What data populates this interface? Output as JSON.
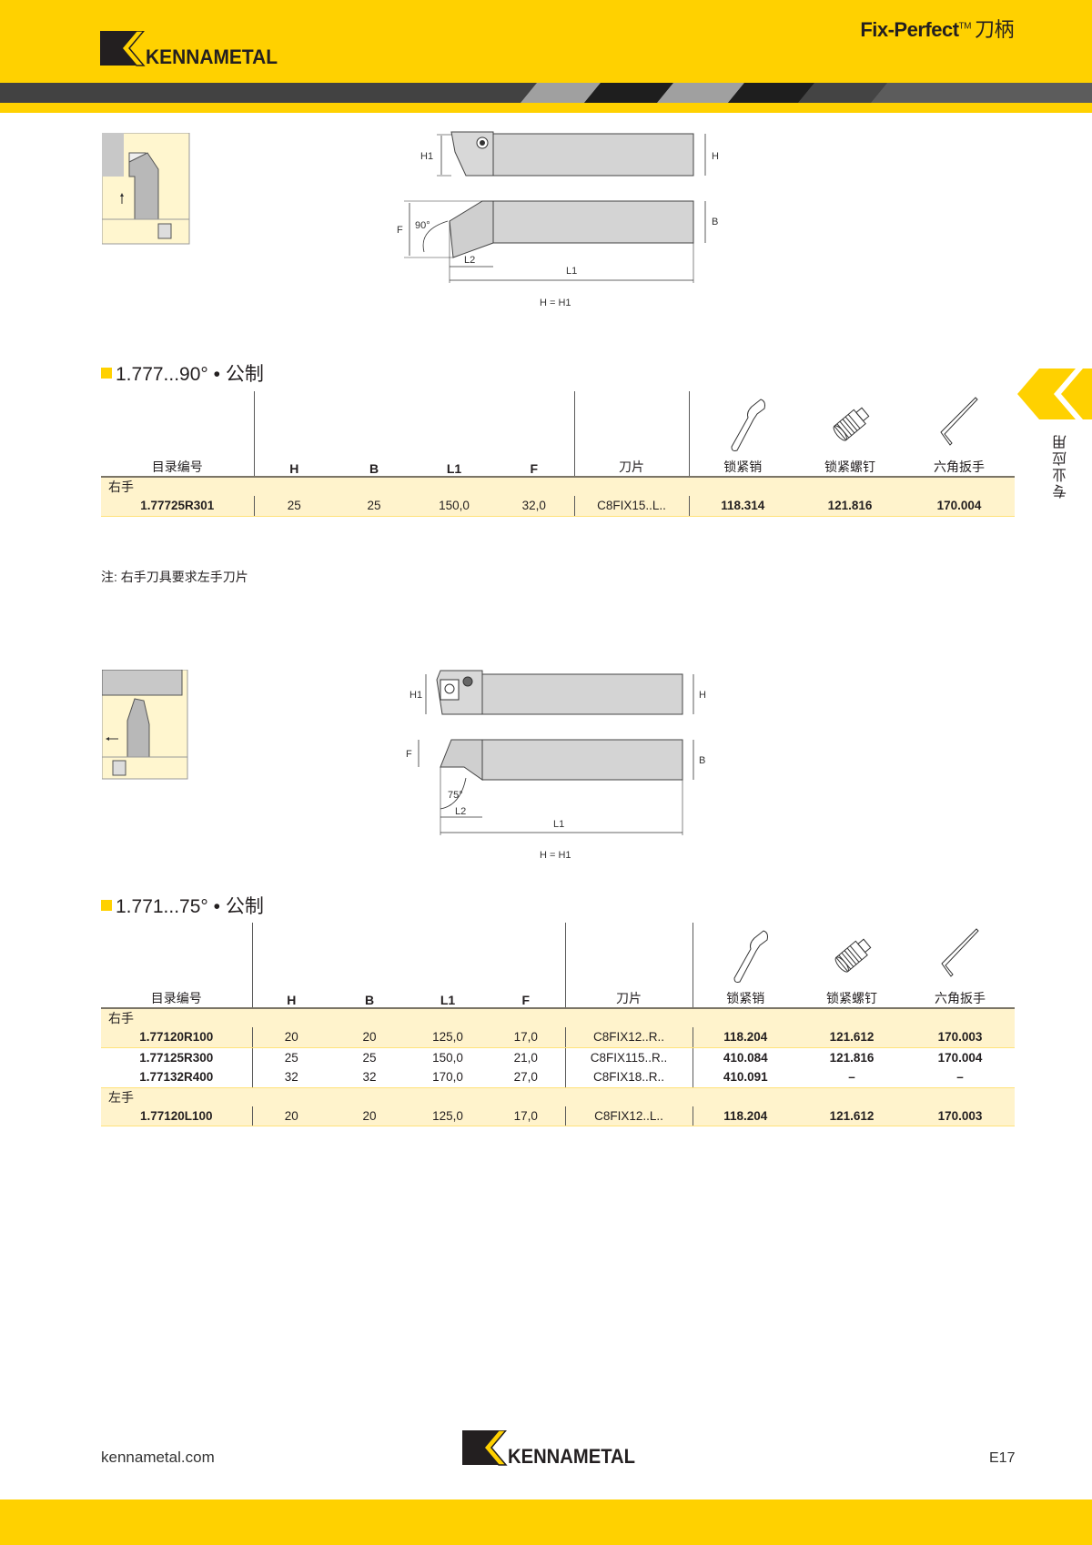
{
  "header": {
    "brand": "KENNAMETAL",
    "product_title": "Fix-Perfect",
    "trademark": "TM",
    "product_title_cn": "刀柄",
    "accent_color": "#ffd100"
  },
  "side_tab": {
    "label": "专业应用"
  },
  "section1": {
    "title": "1.777...90° • 公制",
    "drawing": {
      "labels": {
        "h1": "H1",
        "h": "H",
        "f": "F",
        "angle": "90°",
        "b": "B",
        "l2": "L2",
        "l1": "L1",
        "formula": "H = H1"
      }
    },
    "table": {
      "headers": [
        "目录编号",
        "H",
        "B",
        "L1",
        "F",
        "刀片",
        "锁紧销",
        "锁紧螺钉",
        "六角扳手"
      ],
      "accessory_icons": [
        "lock-pin-icon",
        "lock-screw-icon",
        "hex-key-icon"
      ],
      "groups": [
        {
          "label": "右手",
          "rows": [
            {
              "catalog": "1.77725R301",
              "h": "25",
              "b": "25",
              "l1": "150,0",
              "f": "32,0",
              "insert": "C8FIX15..L..",
              "pin": "118.314",
              "screw": "121.816",
              "key": "170.004"
            }
          ]
        }
      ]
    },
    "note": "注:  右手刀具要求左手刀片"
  },
  "section2": {
    "title": "1.771...75° • 公制",
    "drawing": {
      "labels": {
        "h1": "H1",
        "h": "H",
        "f": "F",
        "angle": "75°",
        "b": "B",
        "l2": "L2",
        "l1": "L1",
        "formula": "H = H1"
      }
    },
    "table": {
      "headers": [
        "目录编号",
        "H",
        "B",
        "L1",
        "F",
        "刀片",
        "锁紧销",
        "锁紧螺钉",
        "六角扳手"
      ],
      "accessory_icons": [
        "lock-pin-icon",
        "lock-screw-icon",
        "hex-key-icon"
      ],
      "groups": [
        {
          "label": "右手",
          "rows": [
            {
              "catalog": "1.77120R100",
              "h": "20",
              "b": "20",
              "l1": "125,0",
              "f": "17,0",
              "insert": "C8FIX12..R..",
              "pin": "118.204",
              "screw": "121.612",
              "key": "170.003"
            },
            {
              "catalog": "1.77125R300",
              "h": "25",
              "b": "25",
              "l1": "150,0",
              "f": "21,0",
              "insert": "C8FIX115..R..",
              "pin": "410.084",
              "screw": "121.816",
              "key": "170.004"
            },
            {
              "catalog": "1.77132R400",
              "h": "32",
              "b": "32",
              "l1": "170,0",
              "f": "27,0",
              "insert": "C8FIX18..R..",
              "pin": "410.091",
              "screw": "–",
              "key": "–"
            }
          ]
        },
        {
          "label": "左手",
          "rows": [
            {
              "catalog": "1.77120L100",
              "h": "20",
              "b": "20",
              "l1": "125,0",
              "f": "17,0",
              "insert": "C8FIX12..L..",
              "pin": "118.204",
              "screw": "121.612",
              "key": "170.003"
            }
          ]
        }
      ]
    }
  },
  "footer": {
    "url": "kennametal.com",
    "brand": "KENNAMETAL",
    "page": "E17"
  }
}
